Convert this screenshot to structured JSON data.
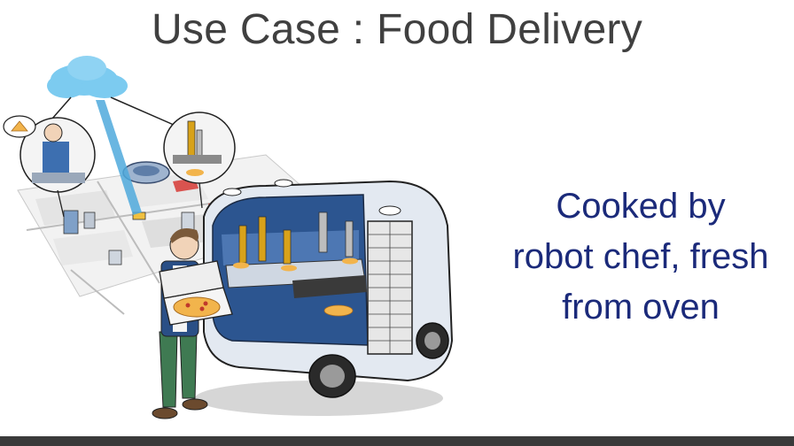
{
  "slide": {
    "title": "Use Case : Food Delivery",
    "caption_lines": [
      "Cooked by",
      "robot chef, fresh",
      "from oven"
    ]
  },
  "colors": {
    "title": "#404040",
    "caption": "#1b2a7a",
    "vehicle_body": "#dfe7f0",
    "vehicle_interior": "#2a4f86",
    "cloud": "#6ec3ec",
    "pizza": "#f2b44c",
    "robot_arm": "#d8a21a"
  },
  "icons": {
    "cloud": "cloud-icon",
    "pizza": "pizza-icon",
    "robot": "robot-arm-icon"
  }
}
